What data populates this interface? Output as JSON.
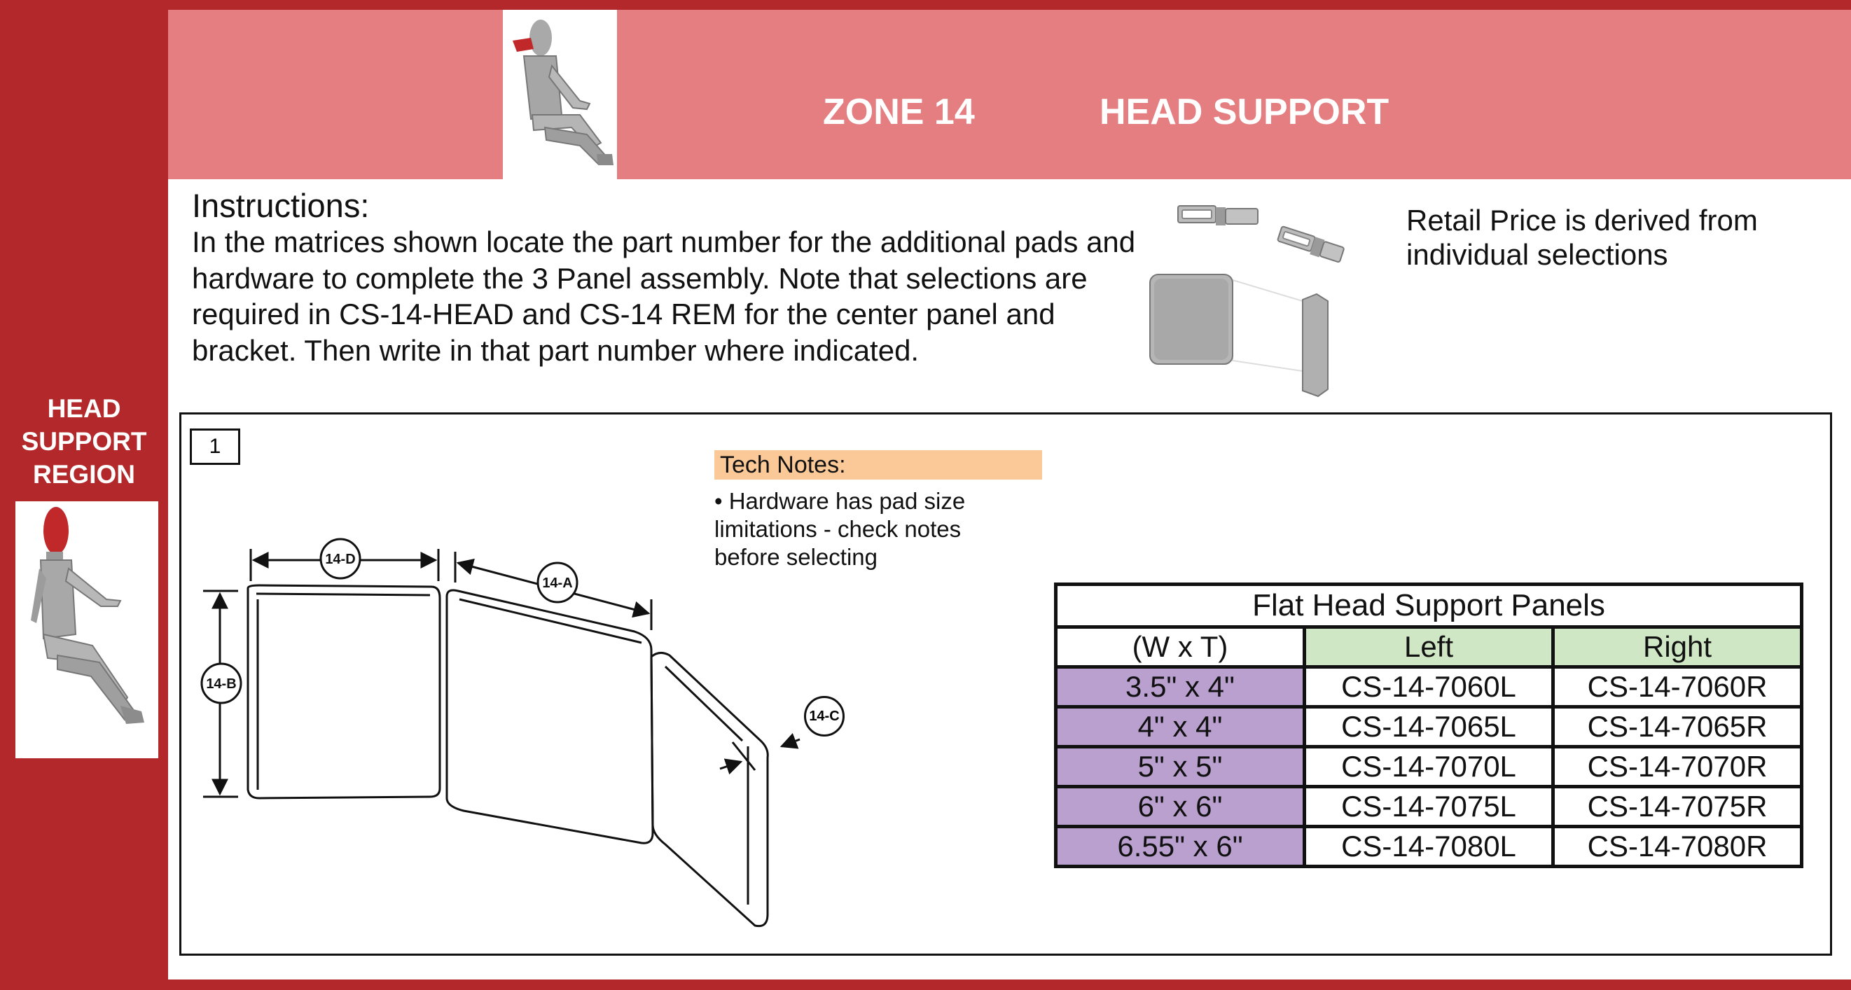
{
  "banner": {
    "zone": "ZONE 14",
    "title": "HEAD SUPPORT"
  },
  "sidebar": {
    "title": "HEAD SUPPORT REGION"
  },
  "instructions": {
    "heading": "Instructions:",
    "body": "In the matrices shown locate the part number for the additional pads and hardware to complete the 3 Panel assembly.  Note that selections are required in CS-14-HEAD and CS-14 REM for the center panel and bracket. Then write in that part number where indicated."
  },
  "retail_note": "Retail Price is derived from individual selections",
  "step": "1",
  "tech_notes": {
    "heading": "Tech Notes:",
    "note": "• Hardware has pad size\n  limitations - check notes\n  before selecting"
  },
  "drawing": {
    "labels": {
      "d": "14-D",
      "a": "14-A",
      "b": "14-B",
      "c": "14-C"
    }
  },
  "table": {
    "caption": "Flat Head Support Panels",
    "headers": [
      "(W x T)",
      "Left",
      "Right"
    ],
    "rows": [
      [
        "3.5\" x 4\"",
        "CS-14-7060L",
        "CS-14-7060R"
      ],
      [
        "4\" x 4\"",
        "CS-14-7065L",
        "CS-14-7065R"
      ],
      [
        "5\" x 5\"",
        "CS-14-7070L",
        "CS-14-7070R"
      ],
      [
        "6\" x 6\"",
        "CS-14-7075L",
        "CS-14-7075R"
      ],
      [
        "6.55\" x 6\"",
        "CS-14-7080L",
        "CS-14-7080R"
      ]
    ]
  },
  "colors": {
    "brand_red": "#b3282a",
    "banner_pink": "#e47e80",
    "tech_note_bg": "#fbc898",
    "header_green": "#cfe7c4",
    "size_purple": "#b9a0cf"
  }
}
